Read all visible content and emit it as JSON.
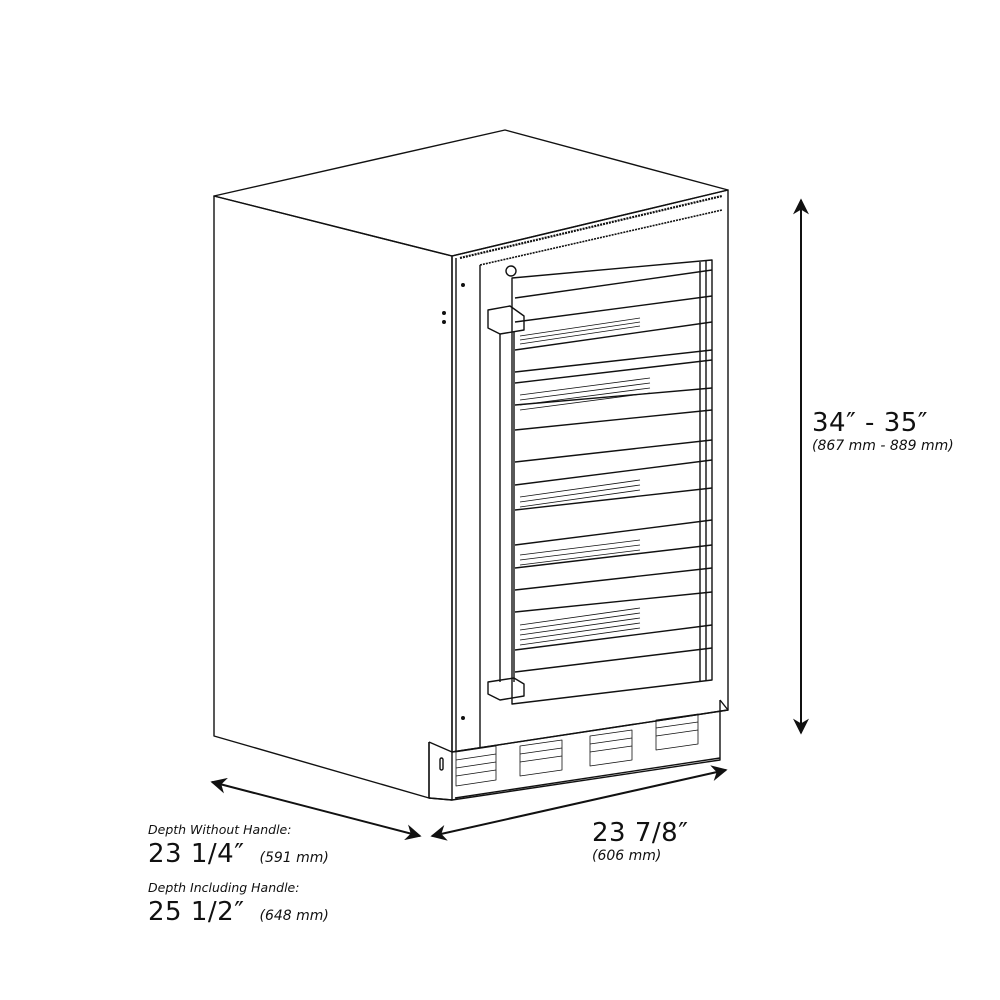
{
  "product": {
    "name": "Undercounter wine cooler line drawing",
    "colors": {
      "line": "#111111",
      "background": "#ffffff"
    }
  },
  "dimensions": {
    "height": {
      "imperial": "34″ - 35″",
      "metric": "(867 mm - 889 mm)"
    },
    "width": {
      "imperial": "23 7/8″",
      "metric": "(606 mm)"
    },
    "depth_without_handle": {
      "caption": "Depth Without Handle:",
      "imperial": "23 1/4″",
      "metric": "(591 mm)"
    },
    "depth_including_handle": {
      "caption": "Depth Including Handle:",
      "imperial": "25 1/2″",
      "metric": "(648 mm)"
    }
  },
  "drawing": {
    "shelf_count": 6,
    "vent_count": 4
  }
}
